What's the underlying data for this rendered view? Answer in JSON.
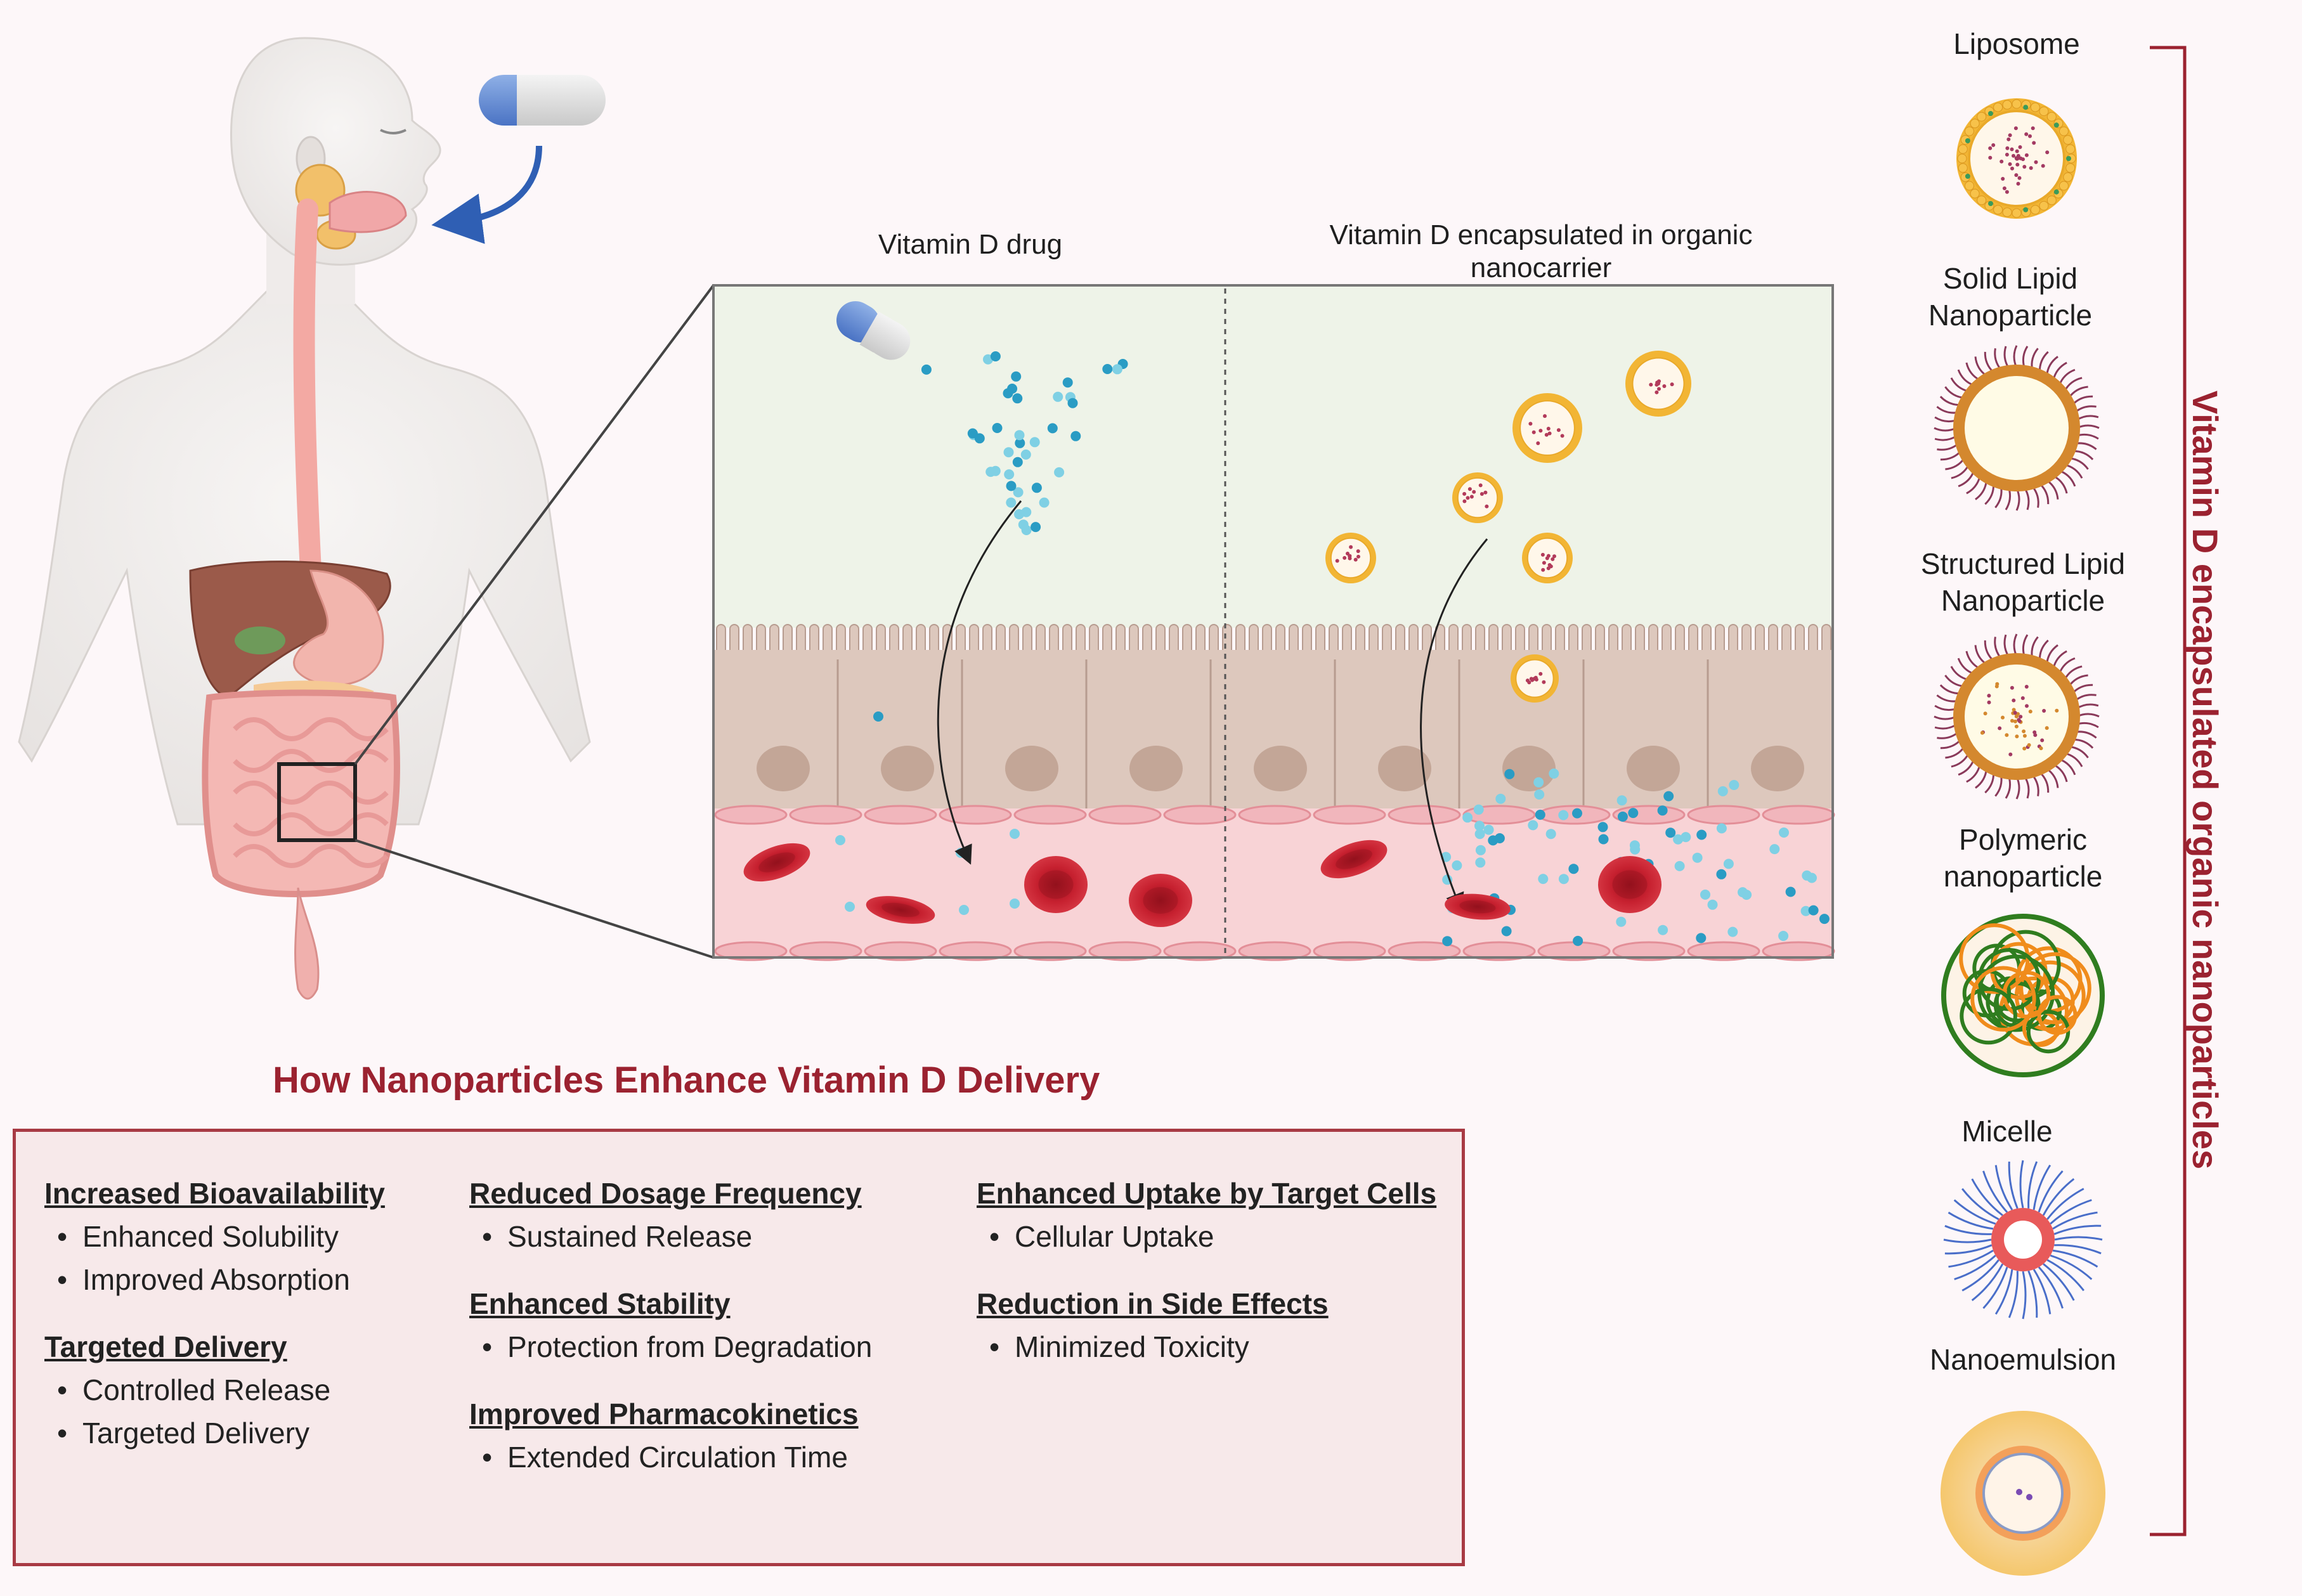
{
  "panel": {
    "left_label": "Vitamin D drug",
    "right_label": "Vitamin D encapsulated in organic nanocarrier"
  },
  "nanoparticles": [
    {
      "label": "Liposome"
    },
    {
      "label": "Solid Lipid Nanoparticle"
    },
    {
      "label": "Structured Lipid Nanoparticle"
    },
    {
      "label": "Polymeric nanoparticle"
    },
    {
      "label": "Micelle"
    },
    {
      "label": "Nanoemulsion"
    }
  ],
  "side_title": "Vitamin D encapsulated organic nanoparticles",
  "enhance_title": "How Nanoparticles Enhance Vitamin D Delivery",
  "benefits": [
    {
      "heading": "Increased Bioavailability",
      "items": [
        "Enhanced Solubility",
        "Improved Absorption"
      ]
    },
    {
      "heading": "Targeted Delivery",
      "items": [
        "Controlled Release",
        "Targeted Delivery"
      ]
    },
    {
      "heading": "Reduced Dosage Frequency",
      "items": [
        "Sustained Release"
      ]
    },
    {
      "heading": "Enhanced Stability",
      "items": [
        "Protection from Degradation"
      ]
    },
    {
      "heading": "Improved Pharmacokinetics",
      "items": [
        "Extended Circulation Time"
      ]
    },
    {
      "heading": "Enhanced Uptake by Target Cells",
      "items": [
        "Cellular Uptake"
      ]
    },
    {
      "heading": "Reduction in Side Effects",
      "items": [
        "Minimized Toxicity"
      ]
    }
  ],
  "colors": {
    "accent": "#9b2230",
    "box_border": "#a83a44",
    "box_fill": "#f7e9ea",
    "lumen": "#eef3e8",
    "epithelium": "#ddc8bd",
    "blood": "#f8d3d6",
    "rbc": "#c0202e",
    "drug_dot": "#2a9cc4",
    "lipid": "#f2b534"
  }
}
